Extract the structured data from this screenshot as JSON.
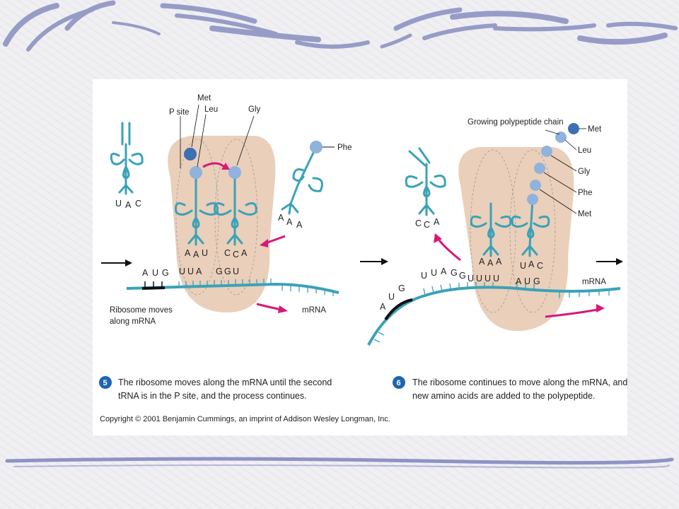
{
  "colors": {
    "ribosome": "#eacfba",
    "trna": "#3aa2b8",
    "amino_acid": "#8fb3dc",
    "met": "#3d6fb3",
    "arrow": "#d8177a",
    "step_badge": "#1f64b3",
    "slide_decor": "#8e93c3"
  },
  "panel_left": {
    "labels": {
      "p_site": "P site",
      "met": "Met",
      "leu": "Leu",
      "gly": "Gly",
      "phe": "Phe",
      "mrna": "mRNA",
      "ribosome_moves_1": "Ribosome moves",
      "ribosome_moves_2": "along mRNA"
    },
    "free_trna_anticodon": [
      "U",
      "A",
      "C"
    ],
    "incoming_trna_anticodon": [
      "A",
      "A",
      "A"
    ],
    "p_trna_anticodon": [
      "A",
      "A",
      "U"
    ],
    "a_trna_anticodon": [
      "C",
      "C",
      "A"
    ],
    "mrna_codons": [
      "A",
      "U",
      "G",
      "U",
      "U",
      "A",
      "G",
      "G",
      "U"
    ]
  },
  "panel_right": {
    "labels": {
      "growing_chain": "Growing polypeptide chain",
      "met_top": "Met",
      "leu": "Leu",
      "gly": "Gly",
      "phe": "Phe",
      "met_bottom": "Met",
      "mrna": "mRNA"
    },
    "exiting_trna_anticodon": [
      "C",
      "C",
      "A"
    ],
    "p_trna_anticodon": [
      "A",
      "A",
      "A"
    ],
    "a_trna_anticodon": [
      "U",
      "A",
      "C"
    ],
    "mrna_left_codons": [
      "A",
      "U",
      "G"
    ],
    "mrna_top_bases": [
      "U",
      "U",
      "A",
      "G",
      "G",
      "U",
      "U",
      "U",
      "U"
    ],
    "mrna_aug": [
      "A",
      "U",
      "G"
    ]
  },
  "captions": {
    "step5_number": "5",
    "step5_line1": "The ribosome moves along the mRNA until the second",
    "step5_line2": "tRNA is in the P site, and the process continues.",
    "step6_number": "6",
    "step6_line1": "The ribosome continues to move along the mRNA, and",
    "step6_line2": "new amino acids are added to the polypeptide.",
    "copyright": "Copyright © 2001 Benjamin Cummings, an imprint of Addison Wesley Longman, Inc."
  }
}
